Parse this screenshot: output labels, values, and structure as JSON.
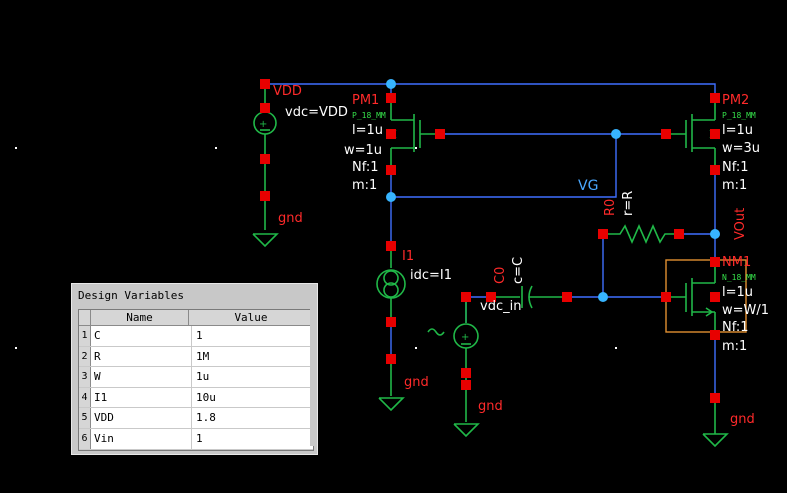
{
  "schematic": {
    "vdd_source": {
      "name": "VDD",
      "param": "vdc=VDD",
      "gnd": "gnd"
    },
    "pm1": {
      "name": "PM1",
      "model": "P_18_MM",
      "l": "l=1u",
      "w": "w=1u",
      "nf": "Nf:1",
      "m": "m:1"
    },
    "pm2": {
      "name": "PM2",
      "model": "P_18_MM",
      "l": "l=1u",
      "w": "w=3u",
      "nf": "Nf:1",
      "m": "m:1"
    },
    "nm1": {
      "name": "NM1",
      "model": "N_18_MM",
      "l": "l=1u",
      "w": "w=W/1",
      "nf": "Nf:1",
      "m": "m:1",
      "gnd": "gnd"
    },
    "r0": {
      "name": "R0",
      "param": "r=R"
    },
    "c0": {
      "name": "C0",
      "param": "c=C"
    },
    "i1": {
      "name": "I1",
      "param": "idc=I1",
      "gnd": "gnd"
    },
    "vin_source": {
      "label": "vdc_in",
      "gnd": "gnd"
    },
    "net_vg": "VG",
    "net_vout": "VOut"
  },
  "design_variables": {
    "title": "Design Variables",
    "columns": [
      "Name",
      "Value"
    ],
    "rows": [
      {
        "idx": "1",
        "name": "C",
        "value": "1"
      },
      {
        "idx": "2",
        "name": "R",
        "value": "1M"
      },
      {
        "idx": "3",
        "name": "W",
        "value": "1u"
      },
      {
        "idx": "4",
        "name": "I1",
        "value": "10u"
      },
      {
        "idx": "5",
        "name": "VDD",
        "value": "1.8"
      },
      {
        "idx": "6",
        "name": "Vin",
        "value": "1"
      }
    ]
  }
}
